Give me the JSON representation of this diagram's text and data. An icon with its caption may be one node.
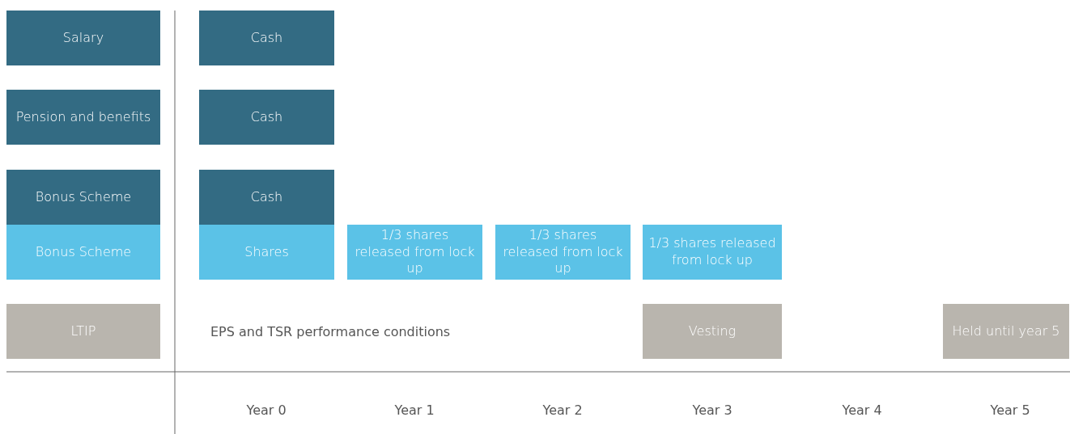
{
  "diagram": {
    "nodes": [
      {
        "text": [
          "Salary"
        ]
      },
      {
        "text": [
          "Cash"
        ]
      },
      {
        "text": [
          "Pension and benefits"
        ]
      },
      {
        "text": [
          "Cash"
        ]
      },
      {
        "text": [
          "Bonus Scheme"
        ]
      },
      {
        "text": [
          "Cash"
        ]
      },
      {
        "text": [
          "Bonus Scheme"
        ]
      },
      {
        "text": [
          "Shares"
        ]
      },
      {
        "text": [
          "1/3 shares released from lock up"
        ]
      },
      {
        "text": [
          "1/3 shares released from lock up"
        ]
      },
      {
        "text": [
          "1/3 shares released from lock up"
        ]
      },
      {
        "text": [
          "LTIP"
        ]
      },
      {
        "text": [
          "Vesting"
        ]
      },
      {
        "text": [
          "Held until year 5"
        ]
      }
    ],
    "edges": [],
    "labels": [
      "EPS and TSR performance conditions",
      "Year 0",
      "Year 1",
      "Year 2",
      "Year 3",
      "Year 4",
      "Year 5"
    ]
  }
}
